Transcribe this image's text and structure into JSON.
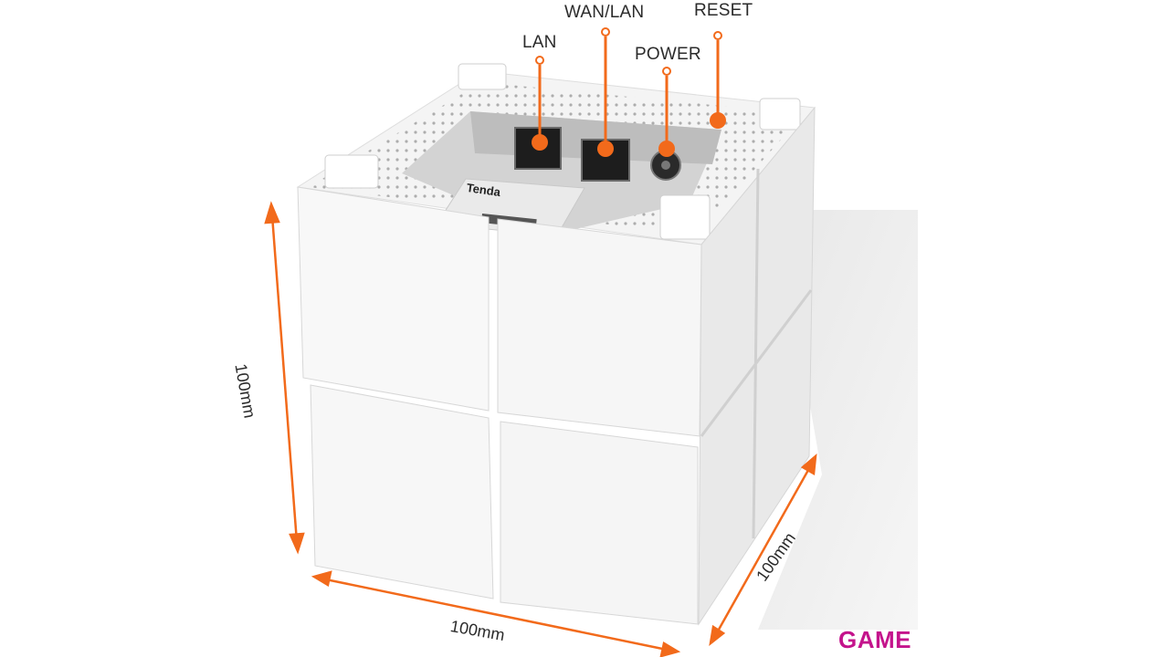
{
  "callouts": {
    "lan": "LAN",
    "wan_lan": "WAN/LAN",
    "power": "POWER",
    "reset": "RESET"
  },
  "dimensions": {
    "height": "100mm",
    "width": "100mm",
    "depth": "100mm"
  },
  "device": {
    "sticker_brand": "Tenda"
  },
  "watermark": "GAME",
  "colors": {
    "accent": "#f26a1b",
    "brand": "#c4148c",
    "cube_face": "#f7f7f7",
    "cube_side": "#ececec",
    "background": "#ffffff"
  }
}
